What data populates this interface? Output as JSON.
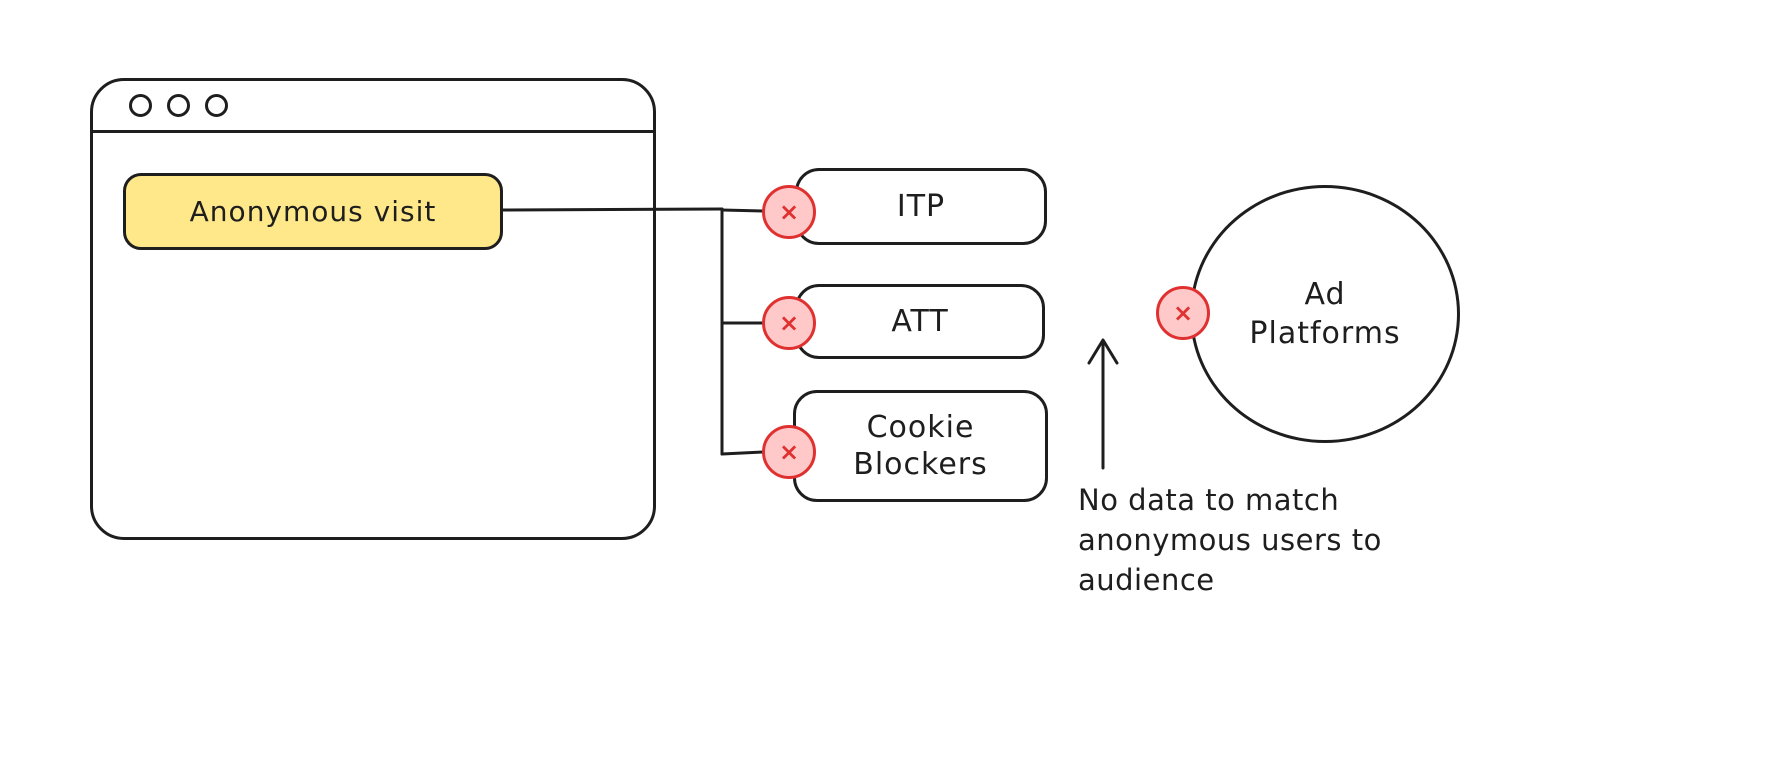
{
  "browser": {
    "visit_label": "Anonymous visit"
  },
  "blockers": [
    {
      "label": "ITP"
    },
    {
      "label": "ATT"
    },
    {
      "label": "Cookie Blockers"
    }
  ],
  "ad_platforms": {
    "label": "Ad Platforms"
  },
  "annotation": {
    "text": "No data to match anonymous users to audience"
  },
  "icons": {
    "cross_glyph": "×"
  },
  "colors": {
    "stroke": "#1e1e1e",
    "highlight_fill": "#ffe88a",
    "blocked_fill": "#ffc9c9",
    "blocked_stroke": "#e03131",
    "background": "#ffffff"
  }
}
